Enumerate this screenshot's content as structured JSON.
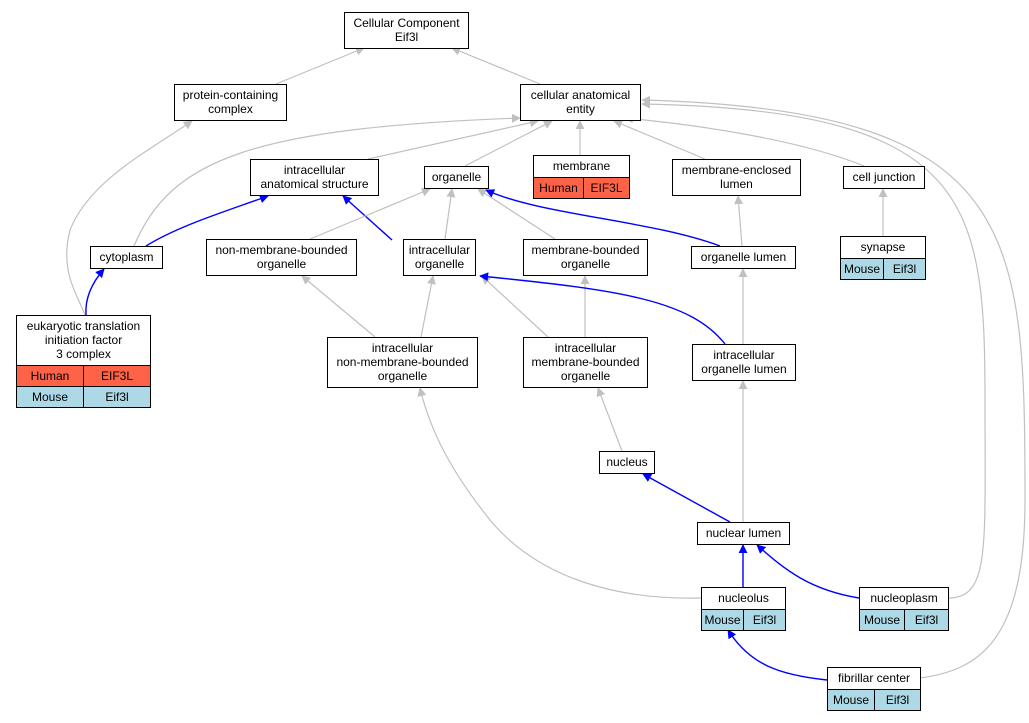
{
  "colors": {
    "human": "#ff6347",
    "mouse": "#add8e6",
    "is_a_edge": "#c0c0c0",
    "part_of_edge": "#0000ff"
  },
  "nodes": {
    "root": {
      "lines": [
        "Cellular Component",
        "Eif3l"
      ]
    },
    "protein_complex": {
      "lines": [
        "protein-containing",
        "complex"
      ]
    },
    "cellular_anatomical_entity": {
      "lines": [
        "cellular anatomical",
        "entity"
      ]
    },
    "intracellular_anatomical_structure": {
      "lines": [
        "intracellular",
        "anatomical structure"
      ]
    },
    "organelle": {
      "lines": [
        "organelle"
      ]
    },
    "membrane": {
      "lines": [
        "membrane"
      ],
      "annotations": [
        {
          "species": "Human",
          "gene": "EIF3L"
        }
      ]
    },
    "membrane_enclosed_lumen": {
      "lines": [
        "membrane-enclosed",
        "lumen"
      ]
    },
    "cell_junction": {
      "lines": [
        "cell junction"
      ]
    },
    "cytoplasm": {
      "lines": [
        "cytoplasm"
      ]
    },
    "non_membrane_bounded_organelle": {
      "lines": [
        "non-membrane-bounded",
        "organelle"
      ]
    },
    "intracellular_organelle": {
      "lines": [
        "intracellular",
        "organelle"
      ]
    },
    "membrane_bounded_organelle": {
      "lines": [
        "membrane-bounded",
        "organelle"
      ]
    },
    "organelle_lumen": {
      "lines": [
        "organelle lumen"
      ]
    },
    "synapse": {
      "lines": [
        "synapse"
      ],
      "annotations": [
        {
          "species": "Mouse",
          "gene": "Eif3l"
        }
      ]
    },
    "eif3_complex": {
      "lines": [
        "eukaryotic translation",
        "initiation factor",
        "3 complex"
      ],
      "annotations": [
        {
          "species": "Human",
          "gene": "EIF3L"
        },
        {
          "species": "Mouse",
          "gene": "Eif3l"
        }
      ]
    },
    "intracellular_nmb_organelle": {
      "lines": [
        "intracellular",
        "non-membrane-bounded",
        "organelle"
      ]
    },
    "intracellular_mb_organelle": {
      "lines": [
        "intracellular",
        "membrane-bounded",
        "organelle"
      ]
    },
    "intracellular_organelle_lumen": {
      "lines": [
        "intracellular",
        "organelle lumen"
      ]
    },
    "nucleus": {
      "lines": [
        "nucleus"
      ]
    },
    "nuclear_lumen": {
      "lines": [
        "nuclear lumen"
      ]
    },
    "nucleolus": {
      "lines": [
        "nucleolus"
      ],
      "annotations": [
        {
          "species": "Mouse",
          "gene": "Eif3l"
        }
      ]
    },
    "nucleoplasm": {
      "lines": [
        "nucleoplasm"
      ],
      "annotations": [
        {
          "species": "Mouse",
          "gene": "Eif3l"
        }
      ]
    },
    "fibrillar_center": {
      "lines": [
        "fibrillar center"
      ],
      "annotations": [
        {
          "species": "Mouse",
          "gene": "Eif3l"
        }
      ]
    }
  },
  "edges": [
    {
      "from": "protein_complex",
      "to": "root",
      "type": "is_a"
    },
    {
      "from": "cellular_anatomical_entity",
      "to": "root",
      "type": "is_a"
    },
    {
      "from": "intracellular_anatomical_structure",
      "to": "cellular_anatomical_entity",
      "type": "is_a"
    },
    {
      "from": "organelle",
      "to": "cellular_anatomical_entity",
      "type": "is_a"
    },
    {
      "from": "membrane",
      "to": "cellular_anatomical_entity",
      "type": "is_a"
    },
    {
      "from": "membrane_enclosed_lumen",
      "to": "cellular_anatomical_entity",
      "type": "is_a"
    },
    {
      "from": "cell_junction",
      "to": "cellular_anatomical_entity",
      "type": "is_a"
    },
    {
      "from": "cytoplasm",
      "to": "cellular_anatomical_entity",
      "type": "is_a"
    },
    {
      "from": "nucleoplasm",
      "to": "cellular_anatomical_entity",
      "type": "is_a"
    },
    {
      "from": "fibrillar_center",
      "to": "cellular_anatomical_entity",
      "type": "is_a"
    },
    {
      "from": "eif3_complex",
      "to": "protein_complex",
      "type": "is_a"
    },
    {
      "from": "cytoplasm",
      "to": "intracellular_anatomical_structure",
      "type": "part_of"
    },
    {
      "from": "intracellular_organelle",
      "to": "intracellular_anatomical_structure",
      "type": "part_of"
    },
    {
      "from": "non_membrane_bounded_organelle",
      "to": "organelle",
      "type": "is_a"
    },
    {
      "from": "intracellular_organelle",
      "to": "organelle",
      "type": "is_a"
    },
    {
      "from": "membrane_bounded_organelle",
      "to": "organelle",
      "type": "is_a"
    },
    {
      "from": "organelle_lumen",
      "to": "organelle",
      "type": "part_of"
    },
    {
      "from": "organelle_lumen",
      "to": "membrane_enclosed_lumen",
      "type": "is_a"
    },
    {
      "from": "synapse",
      "to": "cell_junction",
      "type": "is_a"
    },
    {
      "from": "eif3_complex",
      "to": "cytoplasm",
      "type": "part_of"
    },
    {
      "from": "intracellular_nmb_organelle",
      "to": "non_membrane_bounded_organelle",
      "type": "is_a"
    },
    {
      "from": "intracellular_nmb_organelle",
      "to": "intracellular_organelle",
      "type": "is_a"
    },
    {
      "from": "intracellular_mb_organelle",
      "to": "intracellular_organelle",
      "type": "is_a"
    },
    {
      "from": "intracellular_mb_organelle",
      "to": "membrane_bounded_organelle",
      "type": "is_a"
    },
    {
      "from": "intracellular_organelle_lumen",
      "to": "intracellular_organelle",
      "type": "part_of"
    },
    {
      "from": "intracellular_organelle_lumen",
      "to": "organelle_lumen",
      "type": "is_a"
    },
    {
      "from": "nucleus",
      "to": "intracellular_mb_organelle",
      "type": "is_a"
    },
    {
      "from": "nuclear_lumen",
      "to": "nucleus",
      "type": "part_of"
    },
    {
      "from": "nuclear_lumen",
      "to": "intracellular_organelle_lumen",
      "type": "is_a"
    },
    {
      "from": "nucleolus",
      "to": "nuclear_lumen",
      "type": "part_of"
    },
    {
      "from": "nucleolus",
      "to": "intracellular_nmb_organelle",
      "type": "is_a"
    },
    {
      "from": "nucleoplasm",
      "to": "nuclear_lumen",
      "type": "part_of"
    },
    {
      "from": "fibrillar_center",
      "to": "nucleolus",
      "type": "part_of"
    }
  ]
}
